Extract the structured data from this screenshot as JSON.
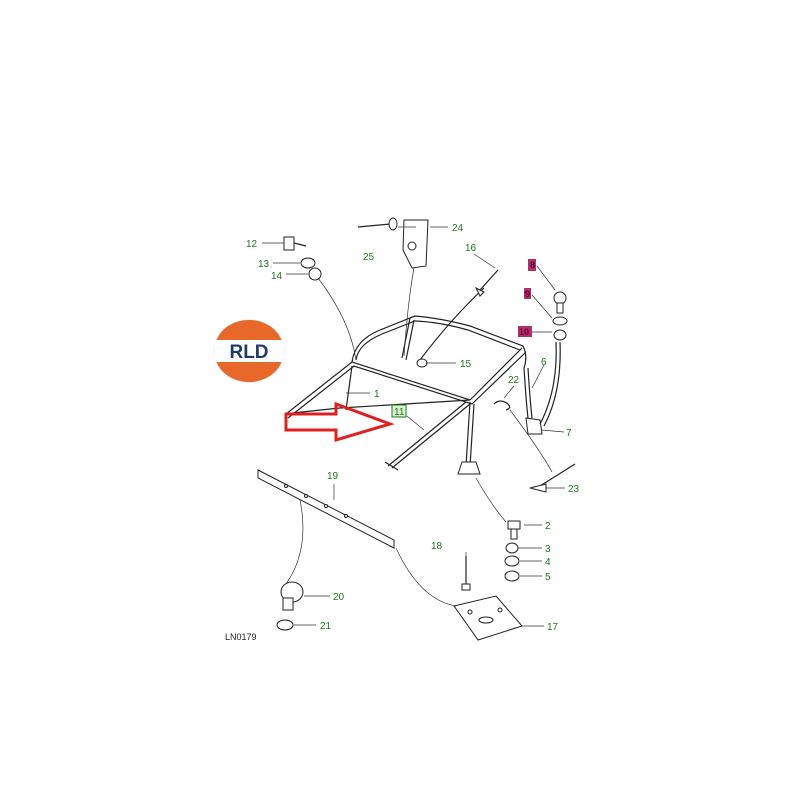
{
  "logo": {
    "text": "RLD",
    "top_color": "#e8682a",
    "bottom_color": "#e8682a",
    "center_color": "#ffffff",
    "text_color": "#1f3b6e"
  },
  "diagram_code": "LN0179",
  "callouts": [
    {
      "id": "c1",
      "text": "1"
    },
    {
      "id": "c2",
      "text": "2"
    },
    {
      "id": "c3",
      "text": "3"
    },
    {
      "id": "c4",
      "text": "4"
    },
    {
      "id": "c5",
      "text": "5"
    },
    {
      "id": "c6",
      "text": "6"
    },
    {
      "id": "c7",
      "text": "7"
    },
    {
      "id": "c8",
      "text": "8"
    },
    {
      "id": "c9",
      "text": "9"
    },
    {
      "id": "c10",
      "text": "10"
    },
    {
      "id": "c11",
      "text": "11"
    },
    {
      "id": "c12",
      "text": "12"
    },
    {
      "id": "c13",
      "text": "13"
    },
    {
      "id": "c14",
      "text": "14"
    },
    {
      "id": "c15",
      "text": "15"
    },
    {
      "id": "c16",
      "text": "16"
    },
    {
      "id": "c17",
      "text": "17"
    },
    {
      "id": "c18",
      "text": "18"
    },
    {
      "id": "c19",
      "text": "19"
    },
    {
      "id": "c20",
      "text": "20"
    },
    {
      "id": "c21",
      "text": "21"
    },
    {
      "id": "c22",
      "text": "22"
    },
    {
      "id": "c23",
      "text": "23"
    },
    {
      "id": "c24",
      "text": "24"
    },
    {
      "id": "c25",
      "text": "25"
    }
  ],
  "highlighted": [
    "8",
    "9",
    "10"
  ],
  "boxed": [
    "11"
  ],
  "colors": {
    "label_green": "#1a7a1a",
    "highlight_magenta": "#b0306a",
    "arrow_red": "#e02020"
  }
}
